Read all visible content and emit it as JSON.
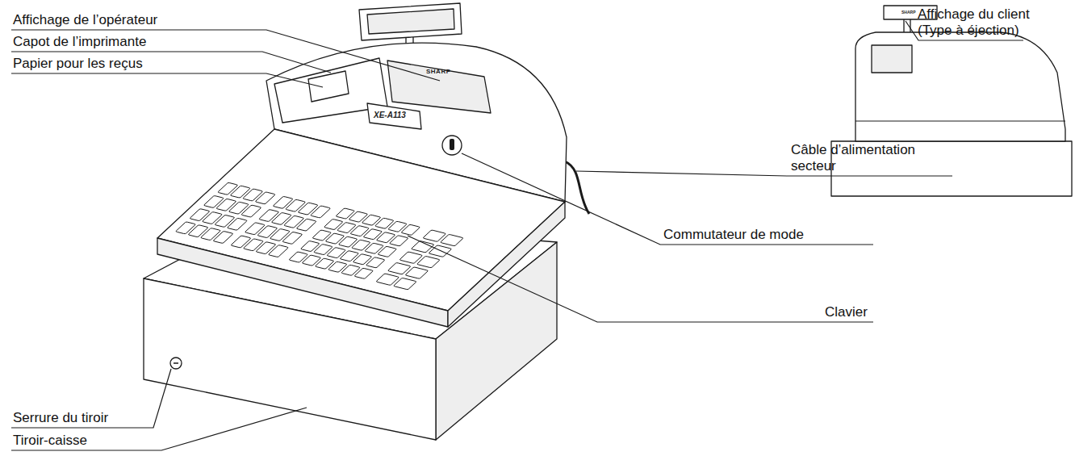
{
  "diagram": {
    "labels": [
      "Affichage de l’opérateur",
      "Capot de l’imprimante",
      "Papier pour les reçus",
      "SHARP",
      "XE-A113",
      "Affichage du client (Type à éjection)",
      "SHARP",
      "Câble d’alimentation secteur",
      "Commutateur de mode",
      "Clavier",
      "Serrure du tiroir",
      "Tiroir-caisse"
    ]
  }
}
